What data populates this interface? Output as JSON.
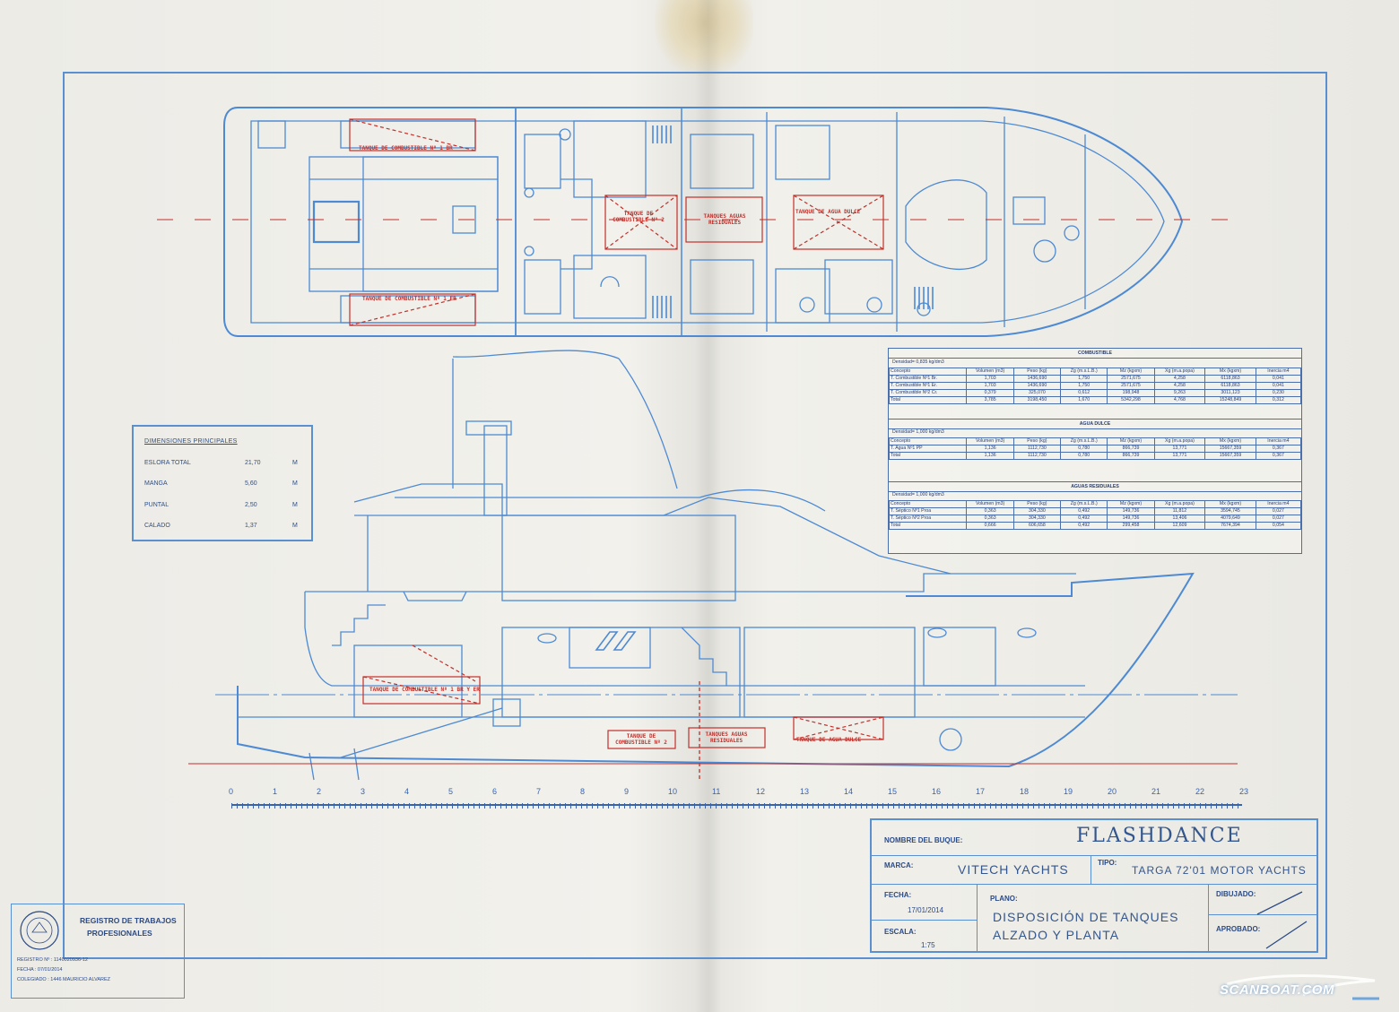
{
  "vessel": {
    "nombre_label": "NOMBRE DEL BUQUE:",
    "nombre": "FLASHDANCE",
    "marca_label": "MARCA:",
    "marca": "VITECH YACHTS",
    "tipo_label": "TIPO:",
    "tipo": "TARGA 72'01 MOTOR YACHTS",
    "fecha_label": "FECHA:",
    "fecha": "17/01/2014",
    "escala_label": "ESCALA:",
    "escala": "1:75",
    "plano_label": "PLANO:",
    "plano_line1": "DISPOSICIÓN DE TANQUES",
    "plano_line2": "ALZADO Y PLANTA",
    "dibujado_label": "DIBUJADO:",
    "aprobado_label": "APROBADO:"
  },
  "dimensions": {
    "title": "DIMENSIONES PRINCIPALES",
    "rows": [
      {
        "label": "ESLORA TOTAL",
        "value": "21,70",
        "unit": "M"
      },
      {
        "label": "MANGA",
        "value": "5,60",
        "unit": "M"
      },
      {
        "label": "PUNTAL",
        "value": "2,50",
        "unit": "M"
      },
      {
        "label": "CALADO",
        "value": "1,37",
        "unit": "M"
      }
    ]
  },
  "tank_table": {
    "combustible": {
      "header": "COMBUSTIBLE",
      "densidad": "Densidad=   0,835 kg/dm3",
      "columns": [
        "Concepto",
        "Volumen (m3)",
        "Peso (kg)",
        "Zg (m.s.L.B.)",
        "Mz (kgxm)",
        "Xg (m.a.popa)",
        "Mx (kgxm)",
        "Inercia m4"
      ],
      "rows": [
        [
          "T. Combustible Nº1 Br.",
          "1,703",
          "1436,690",
          "1,750",
          "2571,675",
          "4,258",
          "6118,863",
          "0,041"
        ],
        [
          "T. Combustible Nº1 Er.",
          "1,703",
          "1436,690",
          "1,750",
          "2571,675",
          "4,258",
          "6118,863",
          "0,041"
        ],
        [
          "T. Combustible Nº2 Cr.",
          "0,379",
          "325,070",
          "0,612",
          "198,948",
          "9,263",
          "3011,123",
          "0,230"
        ],
        [
          "Total",
          "3,785",
          "3198,450",
          "1,670",
          "5342,298",
          "4,768",
          "15248,849",
          "0,312"
        ]
      ]
    },
    "agua_dulce": {
      "header": "AGUA DULCE",
      "densidad": "Densidad=   1,000 kg/dm3",
      "columns": [
        "Concepto",
        "Volumen (m3)",
        "Peso (kg)",
        "Zg (m.s.L.B.)",
        "Mz (kgxm)",
        "Xg (m.a.popa)",
        "Mx (kgxm)",
        "Inercia m4"
      ],
      "rows": [
        [
          "T. Agua Nº1 PP",
          "1,136",
          "1112,730",
          "0,780",
          "866,739",
          "13,771",
          "15667,359",
          "0,367"
        ],
        [
          "Total",
          "1,136",
          "1112,730",
          "0,780",
          "866,739",
          "13,771",
          "15667,359",
          "0,367"
        ]
      ]
    },
    "aguas_sucias": {
      "header": "AGUAS RESIDUALES",
      "densidad": "Densidad=   1,000 kg/dm3",
      "columns": [
        "Concepto",
        "Volumen (m3)",
        "Peso (kg)",
        "Zg (m.s.L.B.)",
        "Mz (kgxm)",
        "Xg (m.a.popa)",
        "Mx (kgxm)",
        "Inercia m4"
      ],
      "rows": [
        [
          "T. Séptico Nº1 Proa",
          "0,363",
          "304,330",
          "0,492",
          "149,736",
          "11,812",
          "3594,745",
          "0,027"
        ],
        [
          "T. Séptico Nº2 Proa",
          "0,363",
          "304,330",
          "0,492",
          "149,736",
          "13,406",
          "4079,649",
          "0,027"
        ],
        [
          "Total",
          "0,666",
          "606,658",
          "0,492",
          "299,458",
          "12,609",
          "7674,394",
          "0,054"
        ]
      ]
    }
  },
  "tank_labels": {
    "plan_fuel_1": "TANQUE DE COMBUSTIBLE Nº 1 BR",
    "plan_fuel_2": "TANQUE DE COMBUSTIBLE Nº 1 ER",
    "plan_fuel_3": "TANQUE DE COMBUSTIBLE Nº 2",
    "plan_septic": "TANQUES AGUAS RESIDUALES",
    "plan_water": "TANQUE DE AGUA DULCE",
    "elev_fuel_1": "TANQUE DE COMBUSTIBLE Nº 1 BR Y ER",
    "elev_fuel_2": "TANQUE DE COMBUSTIBLE Nº 2",
    "elev_septic": "TANQUES AGUAS RESIDUALES",
    "elev_water": "TANQUE DE AGUA DULCE"
  },
  "ruler": {
    "ticks": [
      "0",
      "1",
      "2",
      "3",
      "4",
      "5",
      "6",
      "7",
      "8",
      "9",
      "10",
      "11",
      "12",
      "13",
      "14",
      "15",
      "16",
      "17",
      "18",
      "19",
      "20",
      "21",
      "22",
      "23"
    ]
  },
  "stamp": {
    "line1": "REGISTRO DE TRABAJOS",
    "line2": "PROFESIONALES",
    "registro": "REGISTRO Nº : 1140020936-12",
    "fecha": "FECHA :   07/01/2014",
    "colegiado": "COLEGIADO : 1446 MAURICIO ALVAREZ"
  },
  "watermark": {
    "text": "SCANBOAT.COM"
  },
  "colors": {
    "line_blue": "#4d8ad3",
    "tank_red": "#c2302b",
    "paper": "#efeee9"
  }
}
